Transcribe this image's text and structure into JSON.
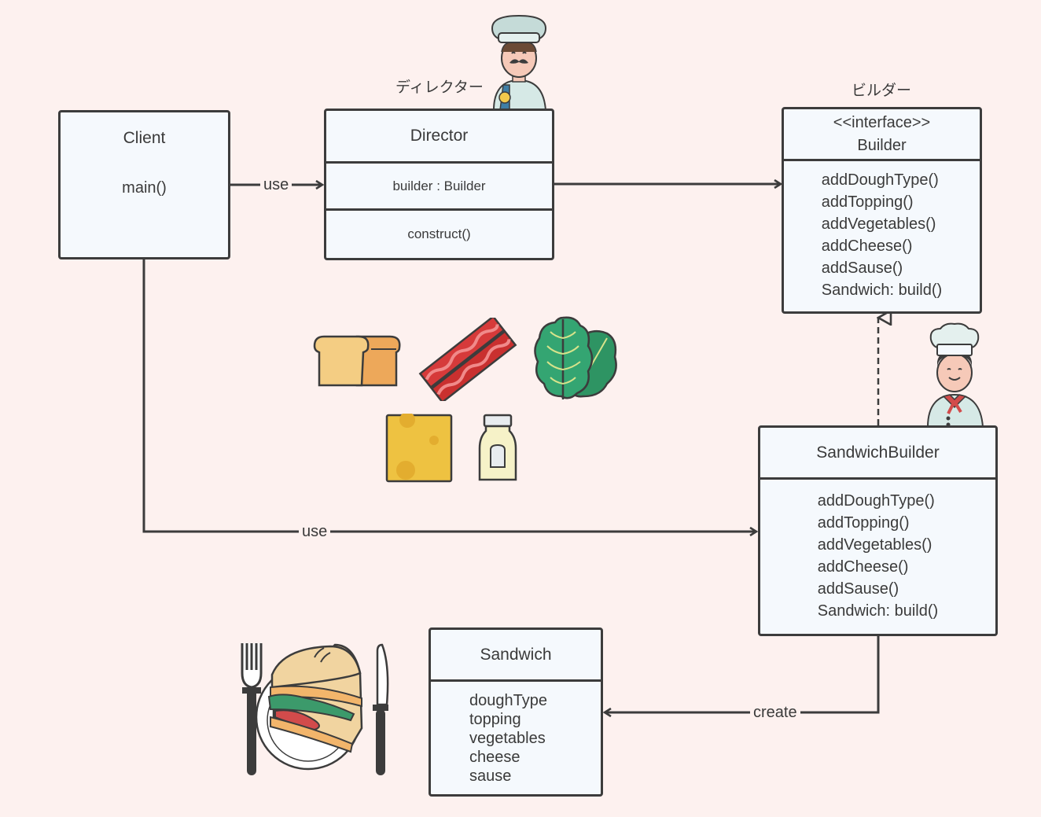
{
  "labels": {
    "director_jp": "ディレクター",
    "builder_jp": "ビルダー"
  },
  "client": {
    "title": "Client",
    "methods": [
      "main()"
    ]
  },
  "director": {
    "title": "Director",
    "attributes": [
      "builder : Builder"
    ],
    "methods": [
      "construct()"
    ]
  },
  "builder": {
    "stereotype": "<<interface>>",
    "title": "Builder",
    "methods": [
      "addDoughType()",
      "addTopping()",
      "addVegetables()",
      "addCheese()",
      "addSause()",
      "Sandwich: build()"
    ]
  },
  "sandwich_builder": {
    "title": "SandwichBuilder",
    "methods": [
      "addDoughType()",
      "addTopping()",
      "addVegetables()",
      "addCheese()",
      "addSause()",
      "Sandwich: build()"
    ]
  },
  "sandwich": {
    "title": "Sandwich",
    "attributes": [
      "doughType",
      "topping",
      "vegetables",
      "cheese",
      "sause"
    ]
  },
  "connectors": {
    "client_director": "use",
    "client_sandwichbuilder": "use",
    "sandwichbuilder_sandwich": "create"
  },
  "colors": {
    "background": "#fdf1ef",
    "box_fill": "#f5f9fd",
    "stroke": "#3c3c3c"
  }
}
